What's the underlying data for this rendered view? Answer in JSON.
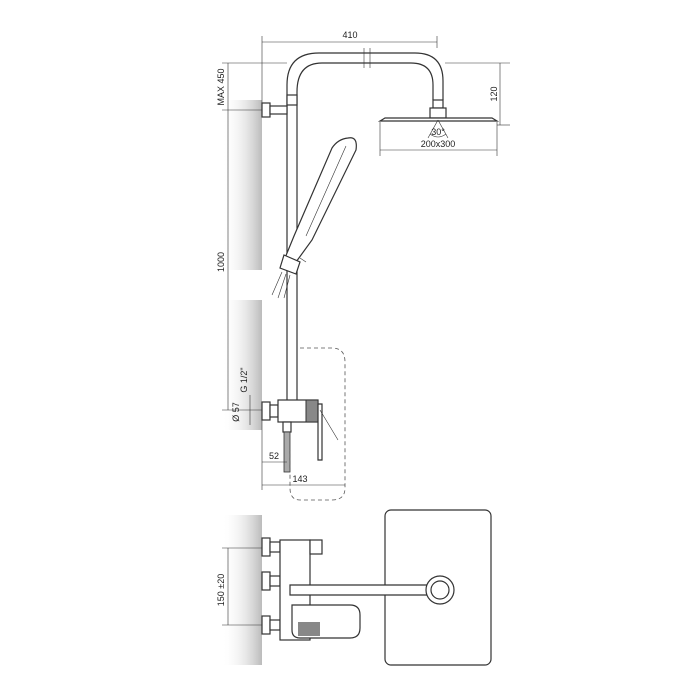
{
  "dimensions": {
    "width_top": "410",
    "head_height": "120",
    "max_height": "MAX 450",
    "spray_angle": "30°",
    "head_size": "200x300",
    "rail_length": "1000",
    "thread": "G 1/2\"",
    "diameter": "Ø 57",
    "offset_52": "52",
    "depth_143": "143",
    "spacing": "150 ±20"
  },
  "colors": {
    "line": "#333333",
    "shadow": "#c8c8c8"
  }
}
